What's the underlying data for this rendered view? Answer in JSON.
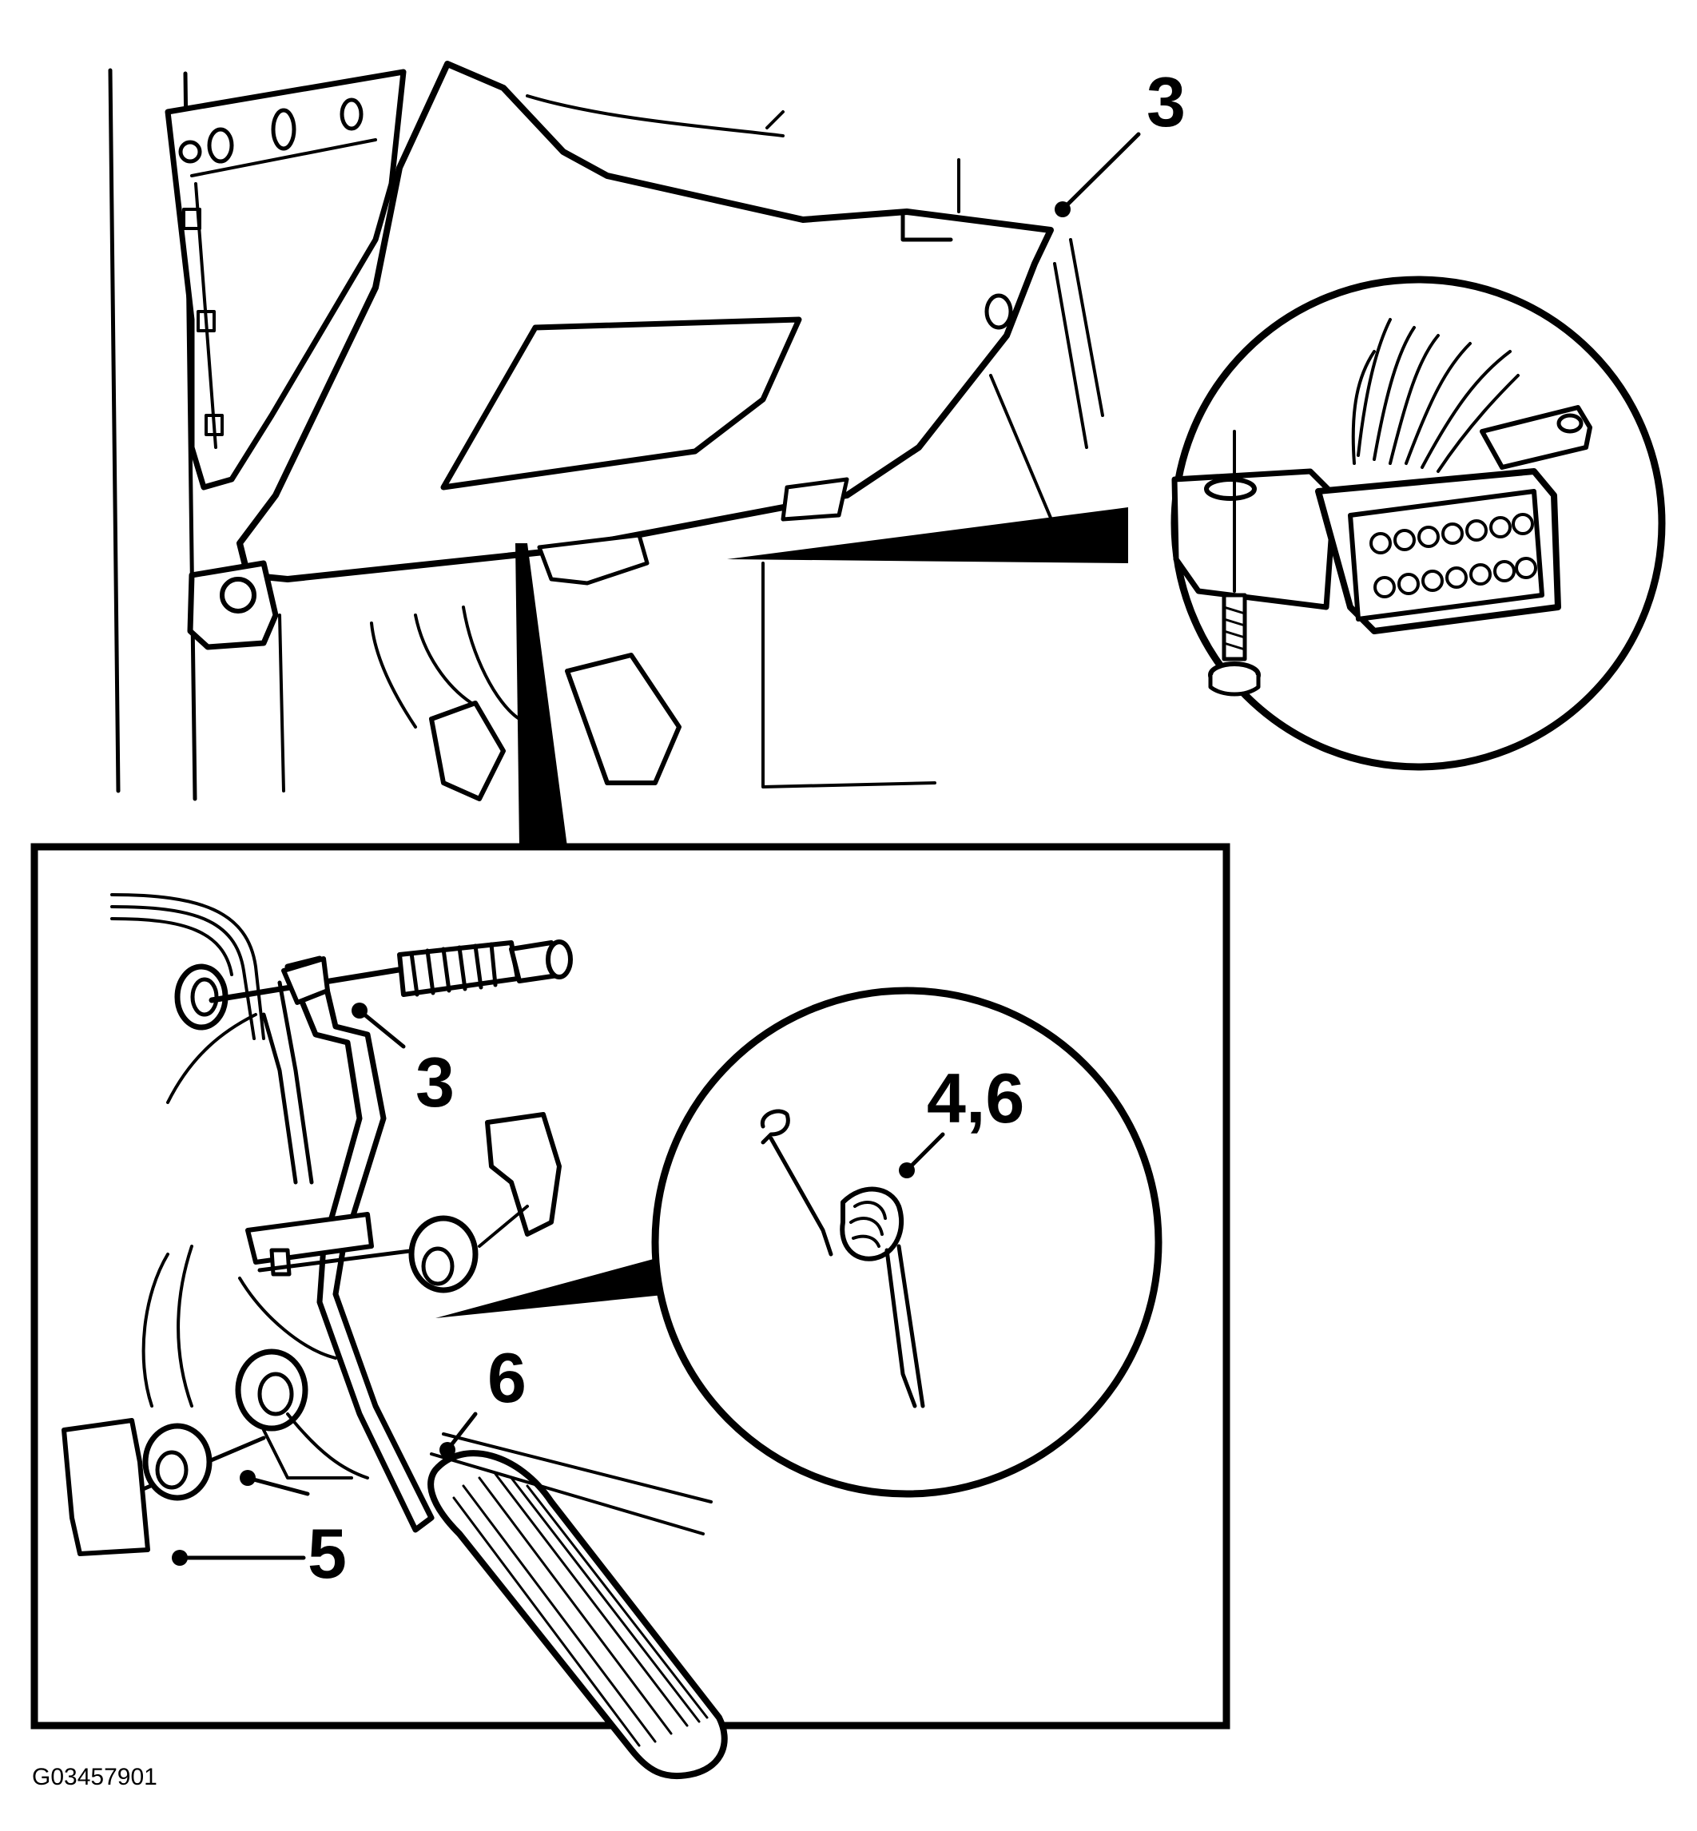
{
  "diagram": {
    "callouts": {
      "top_right": "3",
      "pedal_bracket": "3",
      "spring_detail": "4,6",
      "spring_lower": "6",
      "bushing": "5"
    },
    "figure_code": "G03457901"
  }
}
